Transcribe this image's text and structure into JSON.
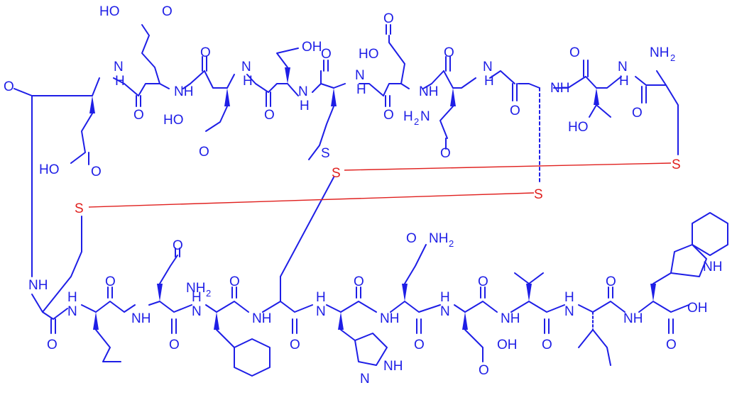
{
  "figure": {
    "kind": "peptide-structure",
    "colors": {
      "structure": "#1e1ee6",
      "disulfide": "#e0201e",
      "background": "#ffffff"
    }
  },
  "atoms": {
    "hooh": "HO",
    "o": "O",
    "nh": "NH",
    "n": "N",
    "h": "H",
    "oh": "OH",
    "s": "S",
    "nh2": "NH",
    "sub2": "2",
    "ho": "HO",
    "h2n": "H",
    "h2n_n": "N"
  }
}
